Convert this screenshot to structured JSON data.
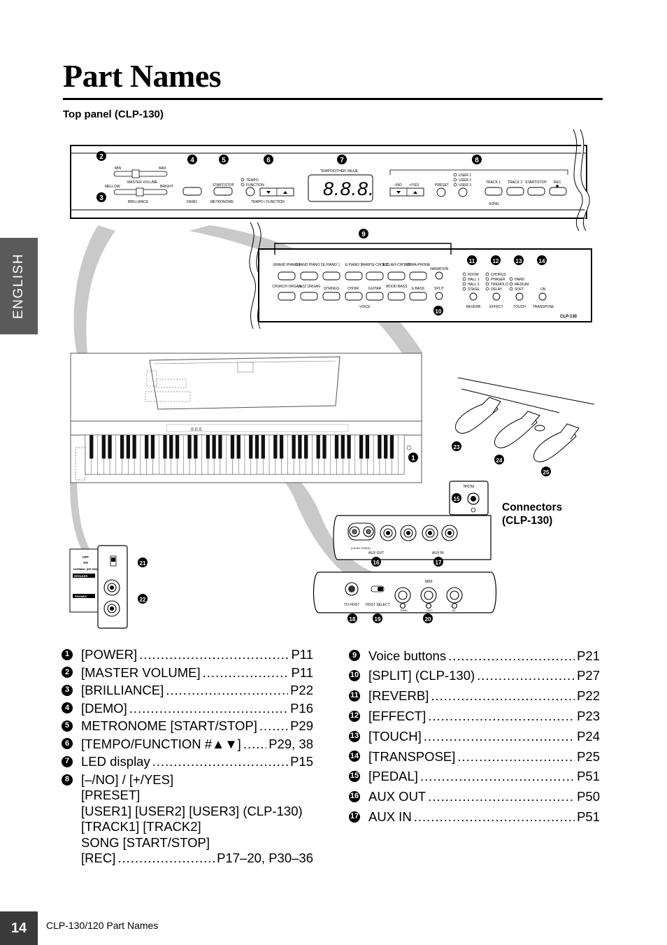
{
  "page": {
    "title": "Part Names",
    "section": "Top panel (CLP-130)",
    "language_tab": "ENGLISH",
    "page_number": "14",
    "footer": "CLP-130/120   Part Names"
  },
  "diagram": {
    "connectors_label": [
      "Connectors",
      "(CLP-130)"
    ],
    "callouts": [
      "1",
      "2",
      "3",
      "4",
      "5",
      "6",
      "7",
      "8",
      "9",
      "10",
      "11",
      "12",
      "13",
      "14",
      "15",
      "16",
      "17",
      "18",
      "19",
      "20",
      "21",
      "22",
      "23",
      "24",
      "25"
    ],
    "panel": {
      "volume_min": "MIN",
      "volume_max": "MAX",
      "master_volume": "MASTER VOLUME",
      "mellow": "MELLOW",
      "bright": "BRIGHT",
      "brilliance": "BRILLIANCE",
      "demo": "DEMO",
      "start_stop": "START/STOP",
      "metronome": "METRONOME",
      "tempo": "TEMPO",
      "function": "FUNCTION",
      "tempo_function": "TEMPO / FUNCTION",
      "tempo_other_value": "TEMPO/OTHER VALUE",
      "led": "8.8.8.",
      "no": "–/NO",
      "yes": "+/YES",
      "preset": "PRESET",
      "user1": "USER 1",
      "user2": "USER 2",
      "user3": "USER 3",
      "track1": "TRACK 1",
      "track2": "TRACK 2",
      "song_start_stop": "START/STOP",
      "rec": "REC",
      "song": "SONG"
    },
    "voice_panel": {
      "top_row": [
        "GRAND PIANO 1",
        "GRAND PIANO 2",
        "E.PIANO 1",
        "E.PIANO 2",
        "HARPSI-CHORD",
        "E.CLAVI-CHORD",
        "VIBRA-PHONE"
      ],
      "bottom_row": [
        "CHURCH ORGAN",
        "JAZZ ORGAN",
        "STRINGS",
        "CHOIR",
        "GUITAR",
        "WOOD BASS",
        "E.BASS"
      ],
      "variation": "VARIATION",
      "split": "SPLIT",
      "voice": "VOICE",
      "reverb_types": [
        "ROOM",
        "HALL 1",
        "HALL 2",
        "STAGE"
      ],
      "effect_types": [
        "CHORUS",
        "PHASER",
        "TREMOLO",
        "DELAY"
      ],
      "touch_types": [
        "HARD",
        "MEDIUM",
        "SOFT"
      ],
      "on": "ON",
      "reverb": "REVERB",
      "effect": "EFFECT",
      "touch": "TOUCH",
      "transpose": "TRANSPOSE",
      "model": "CLP-130"
    },
    "connectors": {
      "pedal": "PEDAL",
      "aux_out": "AUX OUT",
      "aux_in": "AUX IN",
      "level_fixed": "(LEVEL FIXED)",
      "to_host": "TO HOST",
      "host_select": "HOST SELECT",
      "midi": "MIDI",
      "thru": "THRU",
      "out": "OUT",
      "in": "IN",
      "off": "OFF",
      "on": "ON",
      "normal": "NORMAL (HP SW)",
      "speaker": "SPEAKER",
      "phones": "PHONES"
    }
  },
  "legend_left": [
    {
      "num": "1",
      "label": "[POWER]",
      "ref": "P11"
    },
    {
      "num": "2",
      "label": "[MASTER VOLUME]",
      "ref": "P11"
    },
    {
      "num": "3",
      "label": "[BRILLIANCE]",
      "ref": "P22"
    },
    {
      "num": "4",
      "label": "[DEMO]",
      "ref": "P16"
    },
    {
      "num": "5",
      "label": "METRONOME [START/STOP]",
      "ref": "P29"
    },
    {
      "num": "6",
      "label": "[TEMPO/FUNCTION #▲▼]",
      "ref": "P29, 38"
    },
    {
      "num": "7",
      "label": "LED display",
      "ref": "P15"
    }
  ],
  "legend_left_multi": {
    "num": "8",
    "lines": [
      "[–/NO] / [+/YES]",
      "[PRESET]",
      "[USER1] [USER2] [USER3] (CLP-130)",
      "[TRACK1] [TRACK2]",
      "SONG [START/STOP]"
    ],
    "last_label": "[REC]",
    "ref": "P17–20, P30–36"
  },
  "legend_right": [
    {
      "num": "9",
      "label": "Voice buttons",
      "ref": "P21"
    },
    {
      "num": "10",
      "label": "[SPLIT] (CLP-130)",
      "ref": "P27"
    },
    {
      "num": "11",
      "label": "[REVERB]",
      "ref": "P22"
    },
    {
      "num": "12",
      "label": "[EFFECT]",
      "ref": "P23"
    },
    {
      "num": "13",
      "label": "[TOUCH]",
      "ref": "P24"
    },
    {
      "num": "14",
      "label": "[TRANSPOSE]",
      "ref": "P25"
    },
    {
      "num": "15",
      "label": "[PEDAL]",
      "ref": "P51"
    },
    {
      "num": "16",
      "label": "AUX OUT",
      "ref": "P50"
    },
    {
      "num": "17",
      "label": "AUX IN",
      "ref": "P51"
    }
  ]
}
